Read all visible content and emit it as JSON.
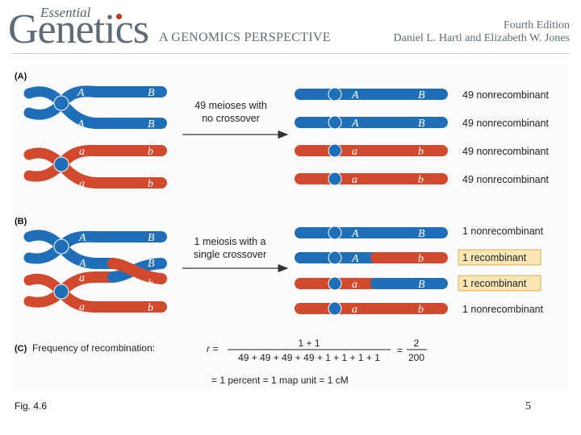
{
  "header": {
    "essential": "Essential",
    "genetics": "Genetics",
    "subtitle": "A GENOMICS PERSPECTIVE",
    "edition": "Fourth Edition",
    "authors": "Daniel L. Hartl and Elizabeth W. Jones"
  },
  "colors": {
    "blue": "#1f6fb8",
    "red": "#d14a2e",
    "highlight": "#fbe6b6"
  },
  "panels": {
    "a": {
      "label": "(A)",
      "arrow_text": [
        "49 meioses with",
        "no crossover"
      ],
      "results": [
        "49 nonrecombinant",
        "49 nonrecombinant",
        "49 nonrecombinant",
        "49 nonrecombinant"
      ]
    },
    "b": {
      "label": "(B)",
      "arrow_text": [
        "1 meiosis with a",
        "single crossover"
      ],
      "results": [
        "1 nonrecombinant",
        "1 recombinant",
        "1 recombinant",
        "1 nonrecombinant"
      ]
    },
    "c": {
      "label": "(C)",
      "text": "Frequency of recombination:",
      "r": "r =",
      "numerator": "1 + 1",
      "denominator": "49 + 49 + 49 + 49 + 1 + 1 + 1 + 1",
      "equals": "=",
      "frac2_num": "2",
      "frac2_den": "200",
      "conclusion": "= 1 percent = 1 map unit = 1 cM"
    }
  },
  "alleles": {
    "A": "A",
    "B": "B",
    "a": "a",
    "b": "b"
  },
  "footer": {
    "figure": "Fig. 4.6",
    "page": "5"
  }
}
